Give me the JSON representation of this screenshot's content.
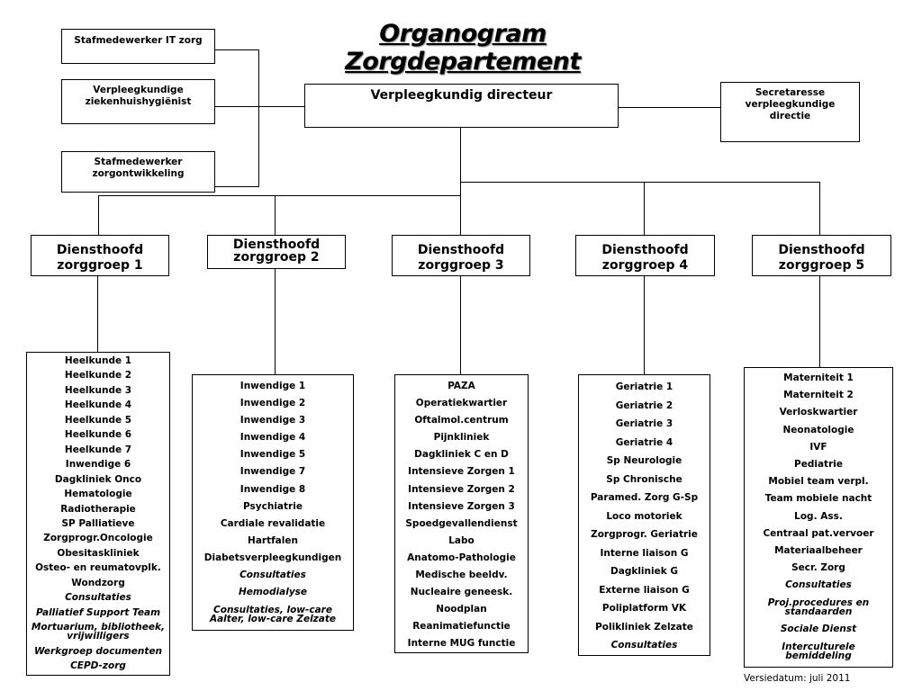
{
  "title": "Organogram Zorgdepartement",
  "top_left": {
    "it": "Stafmedewerker IT zorg",
    "hygienist": "Verpleegkundige\nziekenhuishygiënist",
    "zorgontwikkeling": "Stafmedewerker\nzorgontwikkeling"
  },
  "director": "Verpleegkundig directeur",
  "secretary": "Secretaresse\nverpleegkundige\ndirectie",
  "groups": [
    {
      "label": "Diensthoofd\nzorggroep 1",
      "items": [
        {
          "t": "Heelkunde 1"
        },
        {
          "t": "Heelkunde 2"
        },
        {
          "t": "Heelkunde 3"
        },
        {
          "t": "Heelkunde 4"
        },
        {
          "t": "Heelkunde 5"
        },
        {
          "t": "Heelkunde 6"
        },
        {
          "t": "Heelkunde 7"
        },
        {
          "t": "Inwendige 6"
        },
        {
          "t": "Dagkliniek Onco"
        },
        {
          "t": "Hematologie"
        },
        {
          "t": "Radiotherapie"
        },
        {
          "t": "SP Palliatieve"
        },
        {
          "t": "Zorgprogr.Oncologie"
        },
        {
          "t": "Obesitaskliniek"
        },
        {
          "t": "Osteo- en reumatovplk."
        },
        {
          "t": "Wondzorg"
        },
        {
          "t": "Consultaties",
          "i": true
        },
        {
          "t": "Palliatief Support Team",
          "i": true
        },
        {
          "t": "Mortuarium, bibliotheek,\nvrijwilligers",
          "i": true
        },
        {
          "t": "Werkgroep documenten",
          "i": true
        },
        {
          "t": "CEPD-zorg",
          "i": true
        }
      ]
    },
    {
      "label": "Diensthoofd\nzorggroep 2",
      "items": [
        {
          "t": "Inwendige 1"
        },
        {
          "t": "Inwendige 2"
        },
        {
          "t": "Inwendige 3"
        },
        {
          "t": "Inwendige 4"
        },
        {
          "t": "Inwendige 5"
        },
        {
          "t": "Inwendige 7"
        },
        {
          "t": "Inwendige 8"
        },
        {
          "t": "Psychiatrie"
        },
        {
          "t": "Cardiale revalidatie"
        },
        {
          "t": "Hartfalen"
        },
        {
          "t": "Diabetsverpleegkundigen"
        },
        {
          "t": "Consultaties",
          "i": true
        },
        {
          "t": "Hemodialyse",
          "i": true
        },
        {
          "t": "Consultaties, low-care\nAalter, low-care Zelzate",
          "i": true
        }
      ]
    },
    {
      "label": "Diensthoofd\nzorggroep 3",
      "items": [
        {
          "t": "PAZA"
        },
        {
          "t": "Operatiekwartier"
        },
        {
          "t": "Oftalmol.centrum"
        },
        {
          "t": "Pijnkliniek"
        },
        {
          "t": "Dagkliniek C en D"
        },
        {
          "t": "Intensieve Zorgen 1"
        },
        {
          "t": "Intensieve Zorgen 2"
        },
        {
          "t": "Intensieve Zorgen 3"
        },
        {
          "t": "Spoedgevallendienst"
        },
        {
          "t": "Labo"
        },
        {
          "t": "Anatomo-Pathologie"
        },
        {
          "t": "Medische beeldv."
        },
        {
          "t": "Nucleaire geneesk."
        },
        {
          "t": "Noodplan"
        },
        {
          "t": "Reanimatiefunctie"
        },
        {
          "t": "Interne MUG functie"
        }
      ]
    },
    {
      "label": "Diensthoofd\nzorggroep 4",
      "items": [
        {
          "t": "Geriatrie 1"
        },
        {
          "t": "Geriatrie 2"
        },
        {
          "t": "Geriatrie 3"
        },
        {
          "t": "Geriatrie 4"
        },
        {
          "t": "Sp Neurologie"
        },
        {
          "t": "Sp Chronische"
        },
        {
          "t": "Paramed. Zorg G-Sp"
        },
        {
          "t": "Loco motoriek"
        },
        {
          "t": "Zorgprogr. Geriatrie"
        },
        {
          "t": "Interne liaison G"
        },
        {
          "t": "Dagkliniek G"
        },
        {
          "t": "Externe liaison G"
        },
        {
          "t": "Poliplatform VK"
        },
        {
          "t": "Polikliniek Zelzate"
        },
        {
          "t": "Consultaties",
          "i": true
        }
      ]
    },
    {
      "label": "Diensthoofd\nzorggroep 5",
      "items": [
        {
          "t": "Materniteit 1"
        },
        {
          "t": "Materniteit 2"
        },
        {
          "t": "Verloskwartier"
        },
        {
          "t": "Neonatologie"
        },
        {
          "t": "IVF"
        },
        {
          "t": "Pediatrie"
        },
        {
          "t": "Mobiel team verpl."
        },
        {
          "t": "Team mobiele nacht"
        },
        {
          "t": "Log. Ass."
        },
        {
          "t": "Centraal pat.vervoer"
        },
        {
          "t": "Materiaalbeheer"
        },
        {
          "t": "Secr. Zorg"
        },
        {
          "t": "Consultaties",
          "i": true
        },
        {
          "t": "Proj.procedures en\nstandaarden",
          "i": true
        },
        {
          "t": "Sociale Dienst",
          "i": true
        },
        {
          "t": "Interculturele\nbemiddeling",
          "i": true
        }
      ]
    }
  ],
  "footer": "Versiedatum: juli 2011"
}
